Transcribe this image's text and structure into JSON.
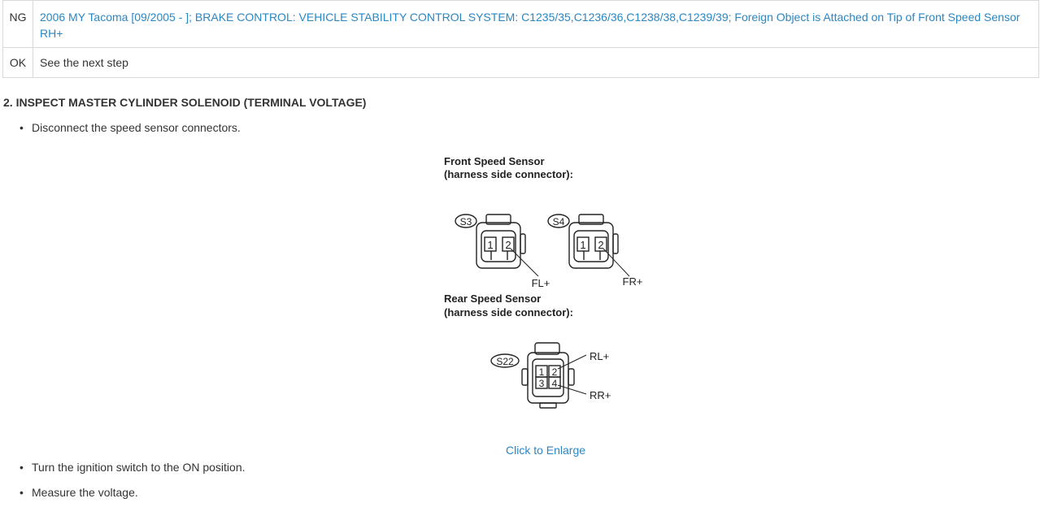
{
  "results": [
    {
      "code": "NG",
      "text": "2006 MY Tacoma [09/2005 -        ]; BRAKE CONTROL: VEHICLE STABILITY CONTROL SYSTEM: C1235/35,C1236/36,C1238/38,C1239/39; Foreign Object is Attached on Tip of Front Speed Sensor RH+"
    },
    {
      "code": "OK",
      "text": "See the next step"
    }
  ],
  "step_heading": "2. INSPECT MASTER CYLINDER SOLENOID (TERMINAL VOLTAGE)",
  "bullets": [
    "Disconnect the speed sensor connectors.",
    "Turn the ignition switch to the ON position.",
    "Measure the voltage."
  ],
  "diagram": {
    "front_title_1": "Front Speed Sensor",
    "front_title_2": "(harness side connector):",
    "rear_title_1": "Rear Speed Sensor",
    "rear_title_2": "(harness side connector):",
    "s3": "S3",
    "s4": "S4",
    "s22": "S22",
    "fl": "FL+",
    "fr": "FR+",
    "rl": "RL+",
    "rr": "RR+",
    "pin1": "1",
    "pin2": "2",
    "pin3": "3",
    "pin4": "4"
  },
  "enlarge_link": "Click to Enlarge",
  "colors": {
    "link": "#2a87c3",
    "text": "#333333",
    "border": "#d9d9d9"
  }
}
